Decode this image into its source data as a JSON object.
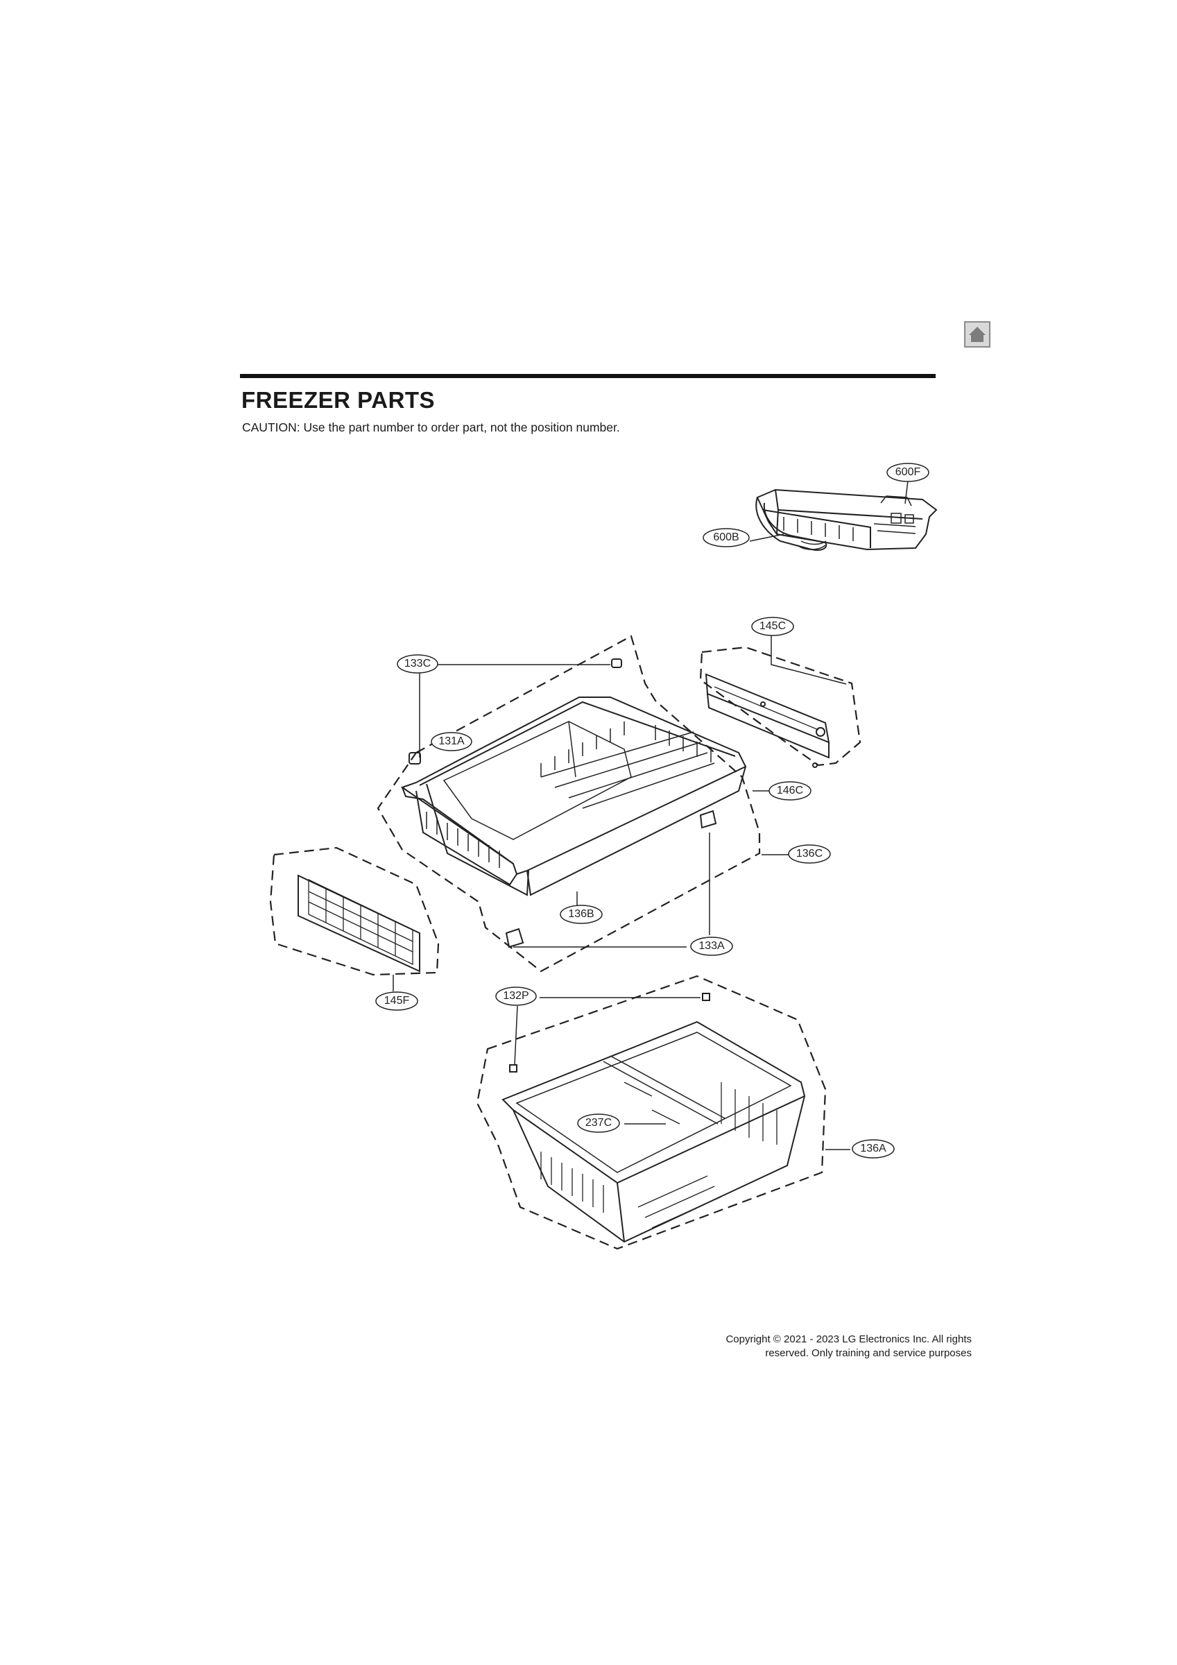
{
  "nav": {
    "home_icon": "home-arrow-icon"
  },
  "header": {
    "title": "FREEZER PARTS",
    "caution": "CAUTION: Use the part number to order part, not the position number."
  },
  "callouts": {
    "c600F": "600F",
    "c600B": "600B",
    "c145C": "145C",
    "c133C": "133C",
    "c131A": "131A",
    "c146C": "146C",
    "c136C": "136C",
    "c136B": "136B",
    "c133A": "133A",
    "c145F": "145F",
    "c132P": "132P",
    "c237C": "237C",
    "c136A": "136A"
  },
  "footer": {
    "copyright_line1": "Copyright © 2021 - 2023 LG Electronics Inc. All rights",
    "copyright_line2": "reserved. Only training and service purposes"
  }
}
